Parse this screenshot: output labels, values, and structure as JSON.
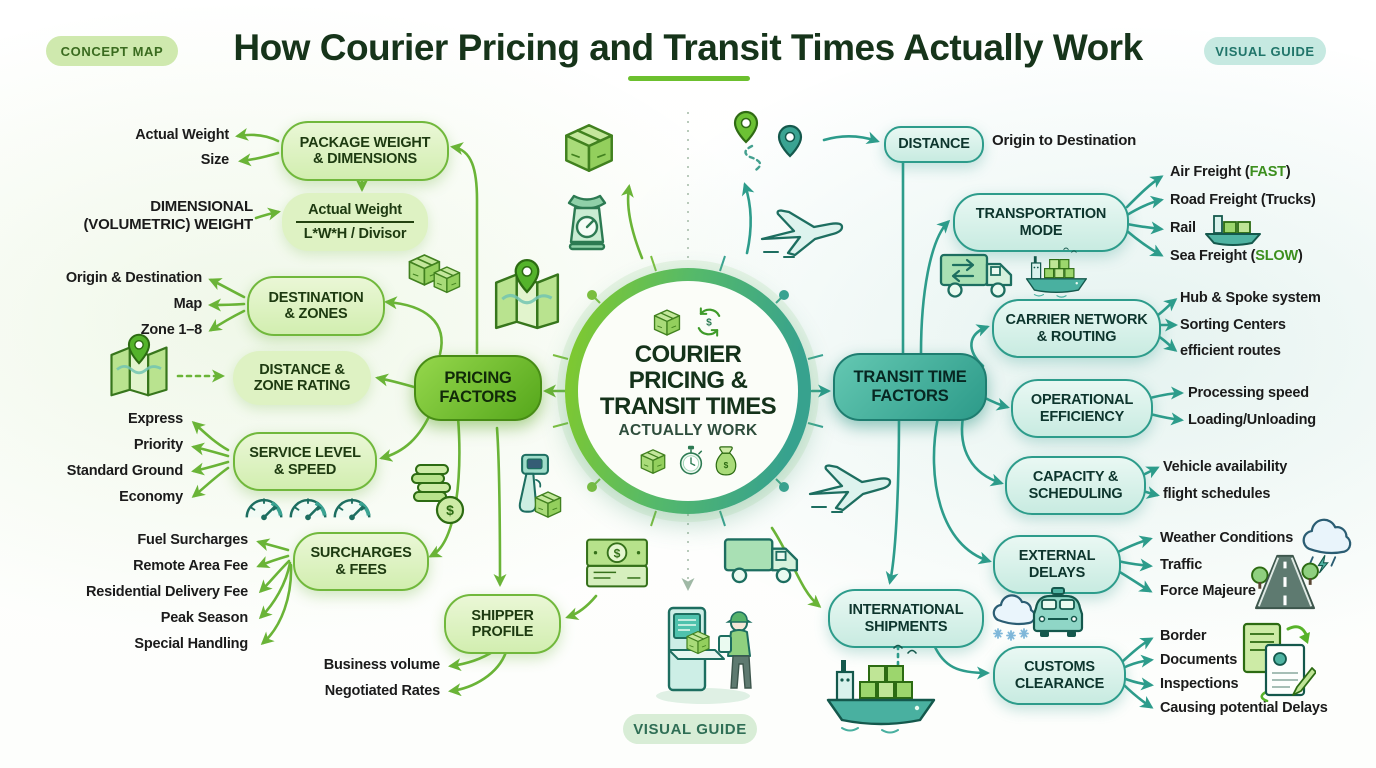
{
  "page": {
    "badge_top_left": "CONCEPT MAP",
    "title": "How Courier Pricing and Transit Times Actually Work",
    "badge_top_right": "VISUAL GUIDE",
    "badge_bottom": "VISUAL GUIDE"
  },
  "center": {
    "title": "COURIER\nPRICING &\nTRANSIT TIMES",
    "subtitle": "ACTUALLY WORK"
  },
  "pricing": {
    "hub": "PRICING\nFACTORS",
    "nodes": {
      "package_weight": "PACKAGE WEIGHT\n& DIMENSIONS",
      "formula_numerator": "Actual Weight",
      "formula_denominator": "L*W*H / Divisor",
      "destination_zones": "DESTINATION\n& ZONES",
      "distance_zone_rating": "DISTANCE &\nZONE RATING",
      "service_level": "SERVICE LEVEL\n& SPEED",
      "surcharges": "SURCHARGES\n& FEES",
      "shipper_profile": "SHIPPER\nPROFILE"
    },
    "labels": {
      "actual_weight": "Actual Weight",
      "size": "Size",
      "dimensional_weight": "DIMENSIONAL\n(VOLUMETRIC) WEIGHT",
      "origin_destination": "Origin & Destination",
      "map": "Map",
      "zones": "Zone 1–8",
      "express": "Express",
      "priority": "Priority",
      "standard_ground": "Standard Ground",
      "economy": "Economy",
      "fuel_surcharges": "Fuel Surcharges",
      "remote_area_fee": "Remote Area Fee",
      "residential_delivery_fee": "Residential Delivery Fee",
      "peak_season": "Peak Season",
      "special_handling": "Special Handling",
      "business_volume": "Business volume",
      "negotiated_rates": "Negotiated Rates"
    }
  },
  "transit": {
    "hub": "TRANSIT TIME\nFACTORS",
    "nodes": {
      "distance": "DISTANCE",
      "transportation_mode": "TRANSPORTATION\nMODE",
      "carrier_network": "CARRIER NETWORK\n& ROUTING",
      "operational_efficiency": "OPERATIONAL\nEFFICIENCY",
      "capacity_scheduling": "CAPACITY &\nSCHEDULING",
      "external_delays": "EXTERNAL\nDELAYS",
      "international_shipments": "INTERNATIONAL\nSHIPMENTS",
      "customs_clearance": "CUSTOMS\nCLEARANCE"
    },
    "labels": {
      "origin_to_destination": "Origin to Destination",
      "air_freight_prefix": "Air Freight (",
      "air_freight_highlight": "FAST",
      "air_freight_suffix": ")",
      "road_freight": "Road Freight (Trucks)",
      "rail": "Rail",
      "sea_freight_prefix": "Sea Freight (",
      "sea_freight_highlight": "SLOW",
      "sea_freight_suffix": ")",
      "hub_spoke": "Hub & Spoke system",
      "sorting_centers": "Sorting Centers",
      "efficient_routes": "efficient routes",
      "processing_speed": "Processing speed",
      "loading_unloading": "Loading/Unloading",
      "vehicle_availability": "Vehicle availability",
      "flight_schedules": "flight schedules",
      "weather_conditions": "Weather Conditions",
      "traffic": "Traffic",
      "force_majeure": "Force Majeure",
      "border": "Border",
      "documents": "Documents",
      "inspections": "Inspections",
      "causing_potential_delays": "Causing potential Delays"
    }
  },
  "icons": {
    "dollar": "$"
  },
  "colors": {
    "green_accent": "#6ab437",
    "green_hub": "#55a71b",
    "green_fill_light": "#ddf2c5",
    "green_dark_text": "#16341a",
    "highlight_green": "#3c8f1e",
    "teal_accent": "#2d9c8b",
    "teal_fill_light": "#cdece4",
    "teal_dark_text": "#0d352d",
    "label_text": "#1b1b1b"
  }
}
